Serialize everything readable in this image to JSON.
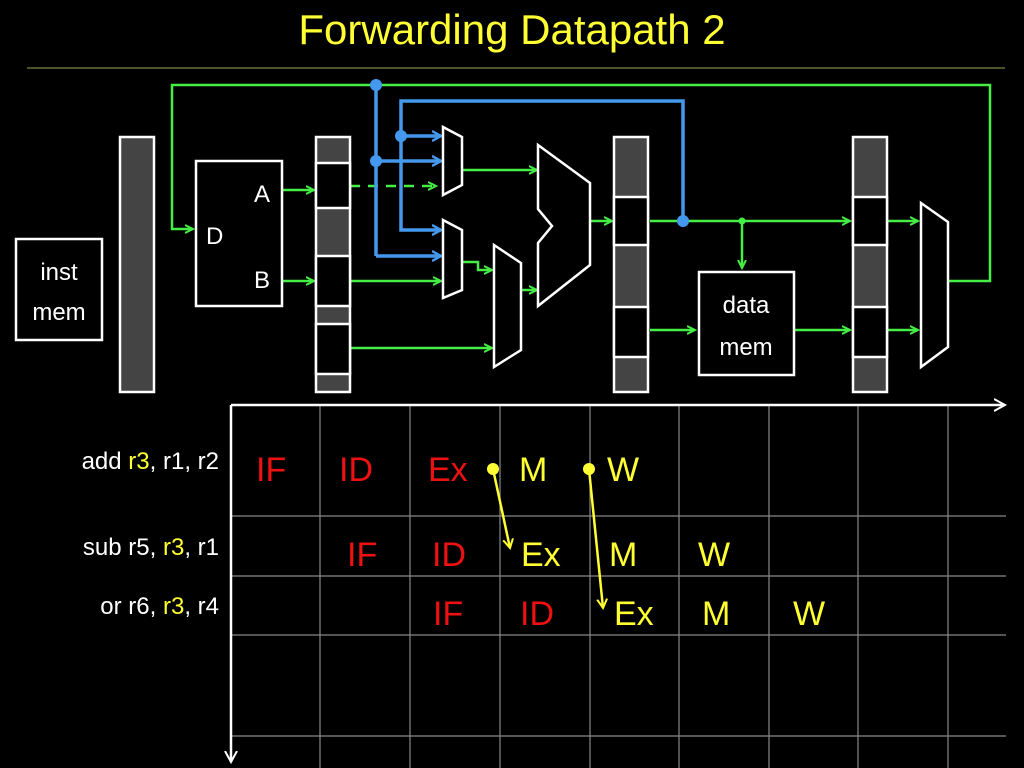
{
  "slide": {
    "title": "Forwarding Datapath 2"
  },
  "datapath": {
    "inst_mem_line1": "inst",
    "inst_mem_line2": "mem",
    "regfile_d": "D",
    "regfile_a": "A",
    "regfile_b": "B",
    "data_mem_line1": "data",
    "data_mem_line2": "mem"
  },
  "instructions": [
    {
      "op": "add ",
      "dest": "r3",
      "rest": ", r1, r2"
    },
    {
      "pre": "sub r5, ",
      "src": "r3",
      "post": ", r1"
    },
    {
      "pre": "or r6, ",
      "src": "r3",
      "post": ", r4"
    }
  ],
  "pipeline": {
    "row1": [
      "IF",
      "ID",
      "Ex",
      "M",
      "W"
    ],
    "row2": [
      "IF",
      "ID",
      "Ex",
      "M",
      "W"
    ],
    "row3": [
      "IF",
      "ID",
      "Ex",
      "M",
      "W"
    ]
  },
  "colors": {
    "title": "#ffff33",
    "wire": "#44ee44",
    "forward": "#4499ee",
    "stage_red": "#ee1111",
    "stage_yellow": "#ffff33"
  }
}
